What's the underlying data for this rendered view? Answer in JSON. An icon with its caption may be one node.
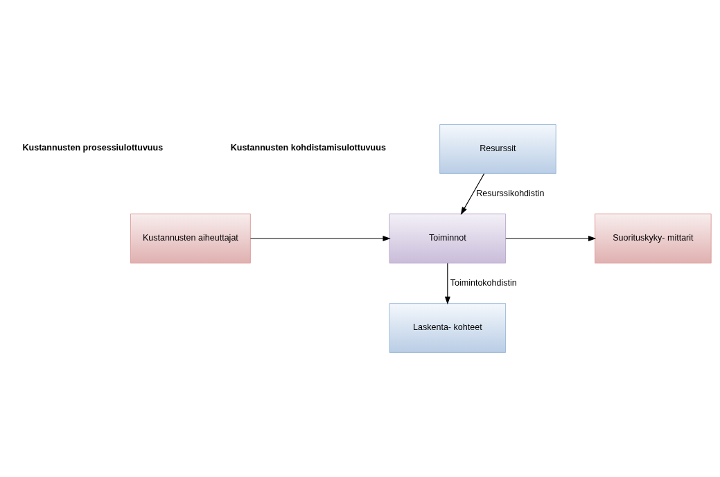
{
  "diagram": {
    "nodes": [
      {
        "text": [
          "Resurssit"
        ]
      },
      {
        "text": [
          "Kustannusten aiheuttajat"
        ]
      },
      {
        "text": [
          "Toiminnot"
        ]
      },
      {
        "text": [
          "Suorituskyky- mittarit"
        ]
      },
      {
        "text": [
          "Laskenta- kohteet"
        ]
      }
    ],
    "edges": [
      {
        "from": 0,
        "to": 2,
        "arrow": "to",
        "label": "Resurssikohdistin"
      },
      {
        "from": 1,
        "to": 2,
        "arrow": "to"
      },
      {
        "from": 2,
        "to": 3,
        "arrow": "to"
      },
      {
        "from": 2,
        "to": 4,
        "arrow": "to",
        "label": "Toimintokohdistin"
      }
    ],
    "labels": [
      "Kustannusten kohdistamisulottuvuus",
      "Kustannusten prosessiulottuvuus"
    ]
  }
}
